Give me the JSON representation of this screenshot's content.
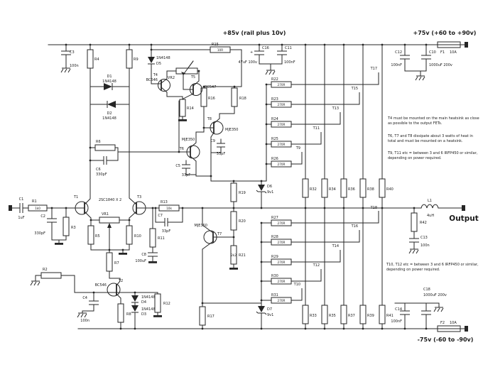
{
  "labels": {
    "rail_aux": "+85v (rail plus 10v)",
    "rail_pos": "+75v (+60 to +90v)",
    "rail_neg": "-75v (-60 to -90v)",
    "output": "Output"
  },
  "notes": {
    "n1": "T4 must be mounted on the main heatsink as close as possible to the output FETs.",
    "n2": "T6, T7 and T8 dissipate about 3 watts of heat in total and must be mounted on a heatsink.",
    "n3": "T9, T11 etc = between 3 and 6 IRFP450 or similar, depending on power required.",
    "n4": "T10, T12 etc = between 3 and 6 IRFP450 or similar, depending on power required."
  },
  "fuses": {
    "f1": {
      "ref": "F1",
      "value": "10A"
    },
    "f2": {
      "ref": "F2",
      "value": "10A"
    }
  },
  "transistors": {
    "t1": {
      "ref": "T1"
    },
    "t2": {
      "ref": "T2",
      "type": "BC546"
    },
    "t3": {
      "ref": "T3"
    },
    "pair_type": "2SC1840 X 2",
    "t4": {
      "ref": "T4",
      "type": "BC546"
    },
    "t5": {
      "ref": "T5",
      "type": "BC547"
    },
    "t6": {
      "ref": "T6",
      "type": "MJE350"
    },
    "t7": {
      "ref": "T7",
      "type": "MJE350"
    },
    "t8": {
      "ref": "T8",
      "type": "MJE350"
    }
  },
  "fets": {
    "upper": [
      "T9",
      "T11",
      "T13",
      "T15",
      "T17"
    ],
    "lower": [
      "T10",
      "T12",
      "T14",
      "T16",
      "T18"
    ]
  },
  "res": {
    "r1": {
      "ref": "R1",
      "value": "1k0"
    },
    "r2": {
      "ref": "R2"
    },
    "r3": {
      "ref": "R3"
    },
    "r4": {
      "ref": "R4"
    },
    "r5": {
      "ref": "R5"
    },
    "r6": {
      "ref": "R6"
    },
    "r7": {
      "ref": "R7"
    },
    "r8": {
      "ref": "R8"
    },
    "r9": {
      "ref": "R9"
    },
    "r10": {
      "ref": "R10"
    },
    "r11": {
      "ref": "R11"
    },
    "r12": {
      "ref": "R12"
    },
    "r13": {
      "ref": "R13",
      "value": "10k"
    },
    "r14": {
      "ref": "R14"
    },
    "r15": {
      "ref": "R15",
      "value": "10R"
    },
    "r16": {
      "ref": "R16"
    },
    "r17": {
      "ref": "R17"
    },
    "r18": {
      "ref": "R18"
    },
    "r19": {
      "ref": "R19"
    },
    "r20": {
      "ref": "R20"
    },
    "r21": {
      "ref": "R21",
      "value": "2k2"
    },
    "r42": {
      "ref": "R42"
    }
  },
  "gates": {
    "value": "270R",
    "upper": [
      "R22",
      "R23",
      "R24",
      "R25",
      "R26"
    ],
    "lower": [
      "R27",
      "R28",
      "R29",
      "R30",
      "R31"
    ]
  },
  "src": {
    "upper": [
      "R32",
      "R34",
      "R36",
      "R38",
      "R40"
    ],
    "lower": [
      "R33",
      "R35",
      "R37",
      "R39",
      "R41"
    ]
  },
  "caps": {
    "c1": {
      "ref": "C1",
      "value": "1uF"
    },
    "c2": {
      "ref": "C2",
      "value": "330pF"
    },
    "c3": {
      "ref": "C3",
      "value": "100n"
    },
    "c4": {
      "ref": "C4",
      "value": "100n"
    },
    "c5": {
      "ref": "C5",
      "value": "33pF"
    },
    "c6": {
      "ref": "C6",
      "value": "330pF"
    },
    "c7": {
      "ref": "C7",
      "value": "33pF"
    },
    "c8": {
      "ref": "C8",
      "value": "100uF"
    },
    "c9": {
      "ref": "C9",
      "value": "33pF"
    },
    "c10": {
      "ref": "C10",
      "value": "1000uF 200v"
    },
    "c11": {
      "ref": "C11",
      "value": "100nF"
    },
    "c12": {
      "ref": "C12",
      "value": "100nF"
    },
    "c13": {
      "ref": "C13",
      "value": "100n"
    },
    "c14": {
      "ref": "C14",
      "value": "100nF"
    },
    "c16": {
      "ref": "C16",
      "value": "47uF 100v",
      "polarity": "+"
    },
    "c18": {
      "ref": "C18",
      "value": "1000uF 200v"
    }
  },
  "diodes": {
    "d1": {
      "ref": "D1",
      "type": "1N4148"
    },
    "d2": {
      "ref": "D2",
      "type": "1N4148"
    },
    "d3": {
      "ref": "D3",
      "type": "1N4148"
    },
    "d4": {
      "ref": "D4",
      "type": "1N4148"
    },
    "d5": {
      "ref": "D5",
      "type": "1N4148"
    },
    "d6": {
      "ref": "D6",
      "value": "9v1"
    },
    "d7": {
      "ref": "D7",
      "value": "9v1"
    }
  },
  "pots": {
    "vr1": "VR1",
    "vr2": "VR2"
  },
  "inductor": {
    "ref": "L1",
    "value": "4uH"
  }
}
